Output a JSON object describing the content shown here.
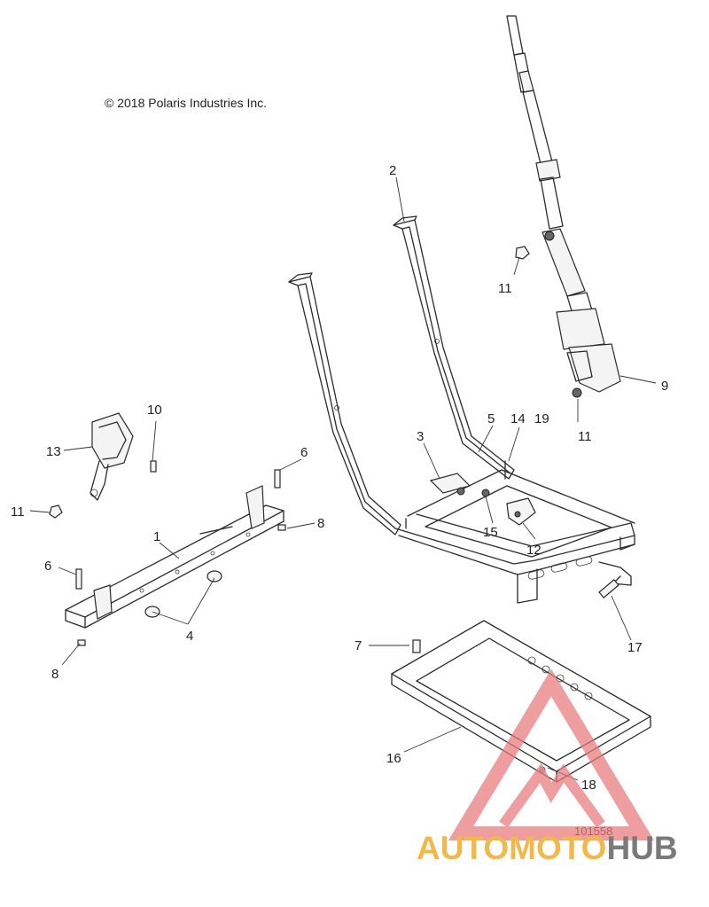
{
  "copyright": "© 2018 Polaris Industries Inc.",
  "diagram_number": "101558",
  "callouts": {
    "c1": "1",
    "c2": "2",
    "c3": "3",
    "c4": "4",
    "c5": "5",
    "c6a": "6",
    "c6b": "6",
    "c7": "7",
    "c8a": "8",
    "c8b": "8",
    "c9": "9",
    "c10": "10",
    "c11a": "11",
    "c11b": "11",
    "c11c": "11",
    "c12": "12",
    "c13": "13",
    "c14": "14",
    "c15": "15",
    "c16": "16",
    "c17": "17",
    "c18": "18",
    "c19": "19"
  },
  "watermark": {
    "part1": "AUTOMOTO",
    "part2": "HUB",
    "color_primary": "#f2b84a",
    "color_secondary": "#7a7a7a",
    "triangle_color": "#e87a7a"
  }
}
